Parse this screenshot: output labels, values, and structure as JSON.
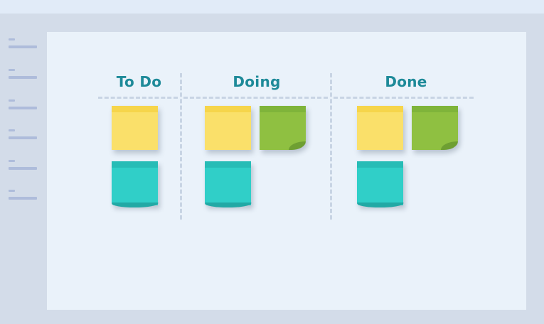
{
  "board": {
    "columns": [
      {
        "title": "To Do",
        "notes": [
          "yellow",
          "teal"
        ]
      },
      {
        "title": "Doing",
        "notes": [
          "yellow",
          "green",
          "teal"
        ]
      },
      {
        "title": "Done",
        "notes": [
          "yellow",
          "green",
          "teal"
        ]
      }
    ]
  },
  "sidebar": {
    "item_count": 6
  },
  "colors": {
    "accent": "#1e8a99",
    "note_yellow": "#fae06a",
    "note_green": "#8fc041",
    "note_teal": "#30cfc8",
    "board_background": "#eaf2fa"
  }
}
